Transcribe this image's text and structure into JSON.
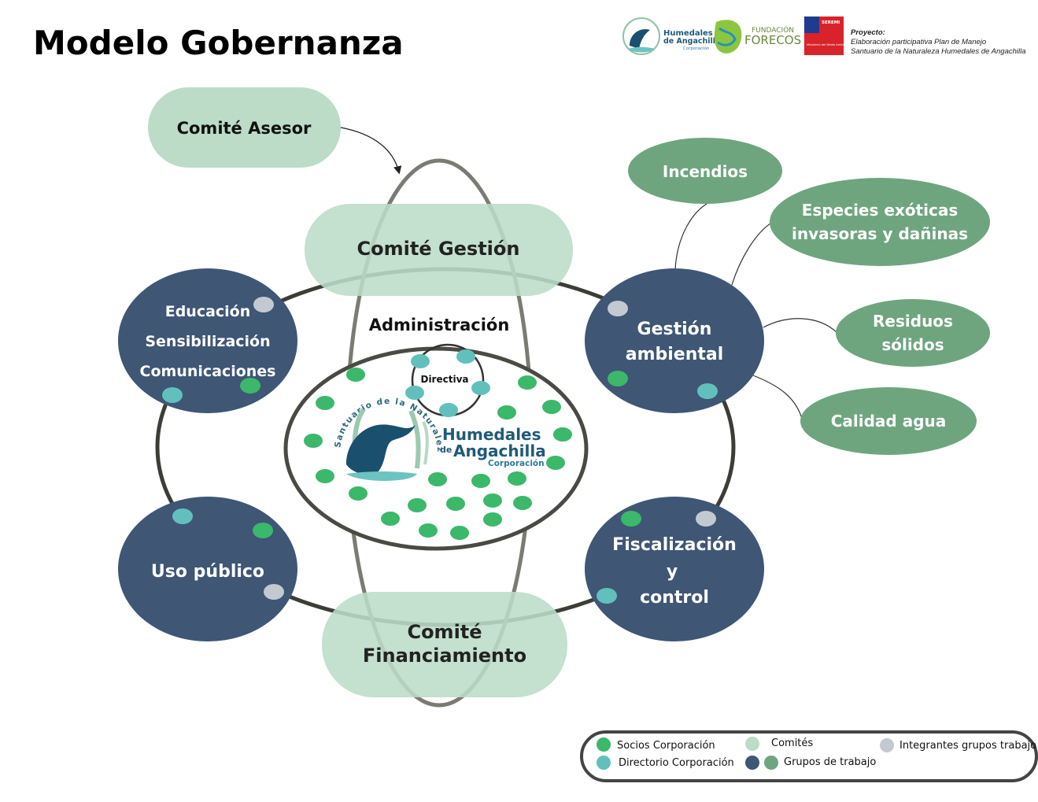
{
  "title": "Modelo Gobernanza",
  "logos": {
    "humedales": {
      "line1": "Humedales",
      "line2": "de Angachilla",
      "line3": "Corporación"
    },
    "forecos": {
      "line1": "FUNDACIÓN",
      "line2": "FORECOS"
    },
    "seremi": {
      "line1": "SEREMI",
      "line2": "Ministerio del Medio Ambiente"
    }
  },
  "project": {
    "label": "Proyecto:",
    "line1": "Elaboración participativa Plan de Manejo",
    "line2": "Santuario de la Naturaleza Humedales de Angachilla"
  },
  "committees": {
    "asesor": "Comité Asesor",
    "gestion": "Comité Gestión",
    "financiamiento_1": "Comité",
    "financiamiento_2": "Financiamiento"
  },
  "center": {
    "administracion": "Administración",
    "directiva": "Directiva",
    "logo_arc": "Santuario de la Naturaleza",
    "logo_line1": "Humedales",
    "logo_line2": "Angachilla",
    "logo_de": "de",
    "logo_line3": "Corporación"
  },
  "groups": {
    "educacion": [
      "Educación",
      "Sensibilización",
      "Comunicaciones"
    ],
    "gestion_ambiental": [
      "Gestión",
      "ambiental"
    ],
    "uso_publico": [
      "Uso público"
    ],
    "fiscalizacion": [
      "Fiscalización",
      "y",
      "control"
    ]
  },
  "subgroups": {
    "incendios": [
      "Incendios"
    ],
    "especies": [
      "Especies exóticas",
      "invasoras y dañinas"
    ],
    "residuos": [
      "Residuos",
      "sólidos"
    ],
    "calidad_agua": [
      "Calidad agua"
    ]
  },
  "legend": {
    "socios": "Socios Corporación",
    "directorio": "Directorio Corporación",
    "comites": "Comités",
    "grupos": "Grupos de trabajo",
    "integrantes": "Integrantes grupos trabajo"
  },
  "colors": {
    "socios": "#3bb86a",
    "directorio": "#62c0bc",
    "comites": "#bcdcc7",
    "grupos_dark": "#3f5675",
    "grupos_light": "#6ea57f",
    "integrantes": "#c3c9d1"
  }
}
